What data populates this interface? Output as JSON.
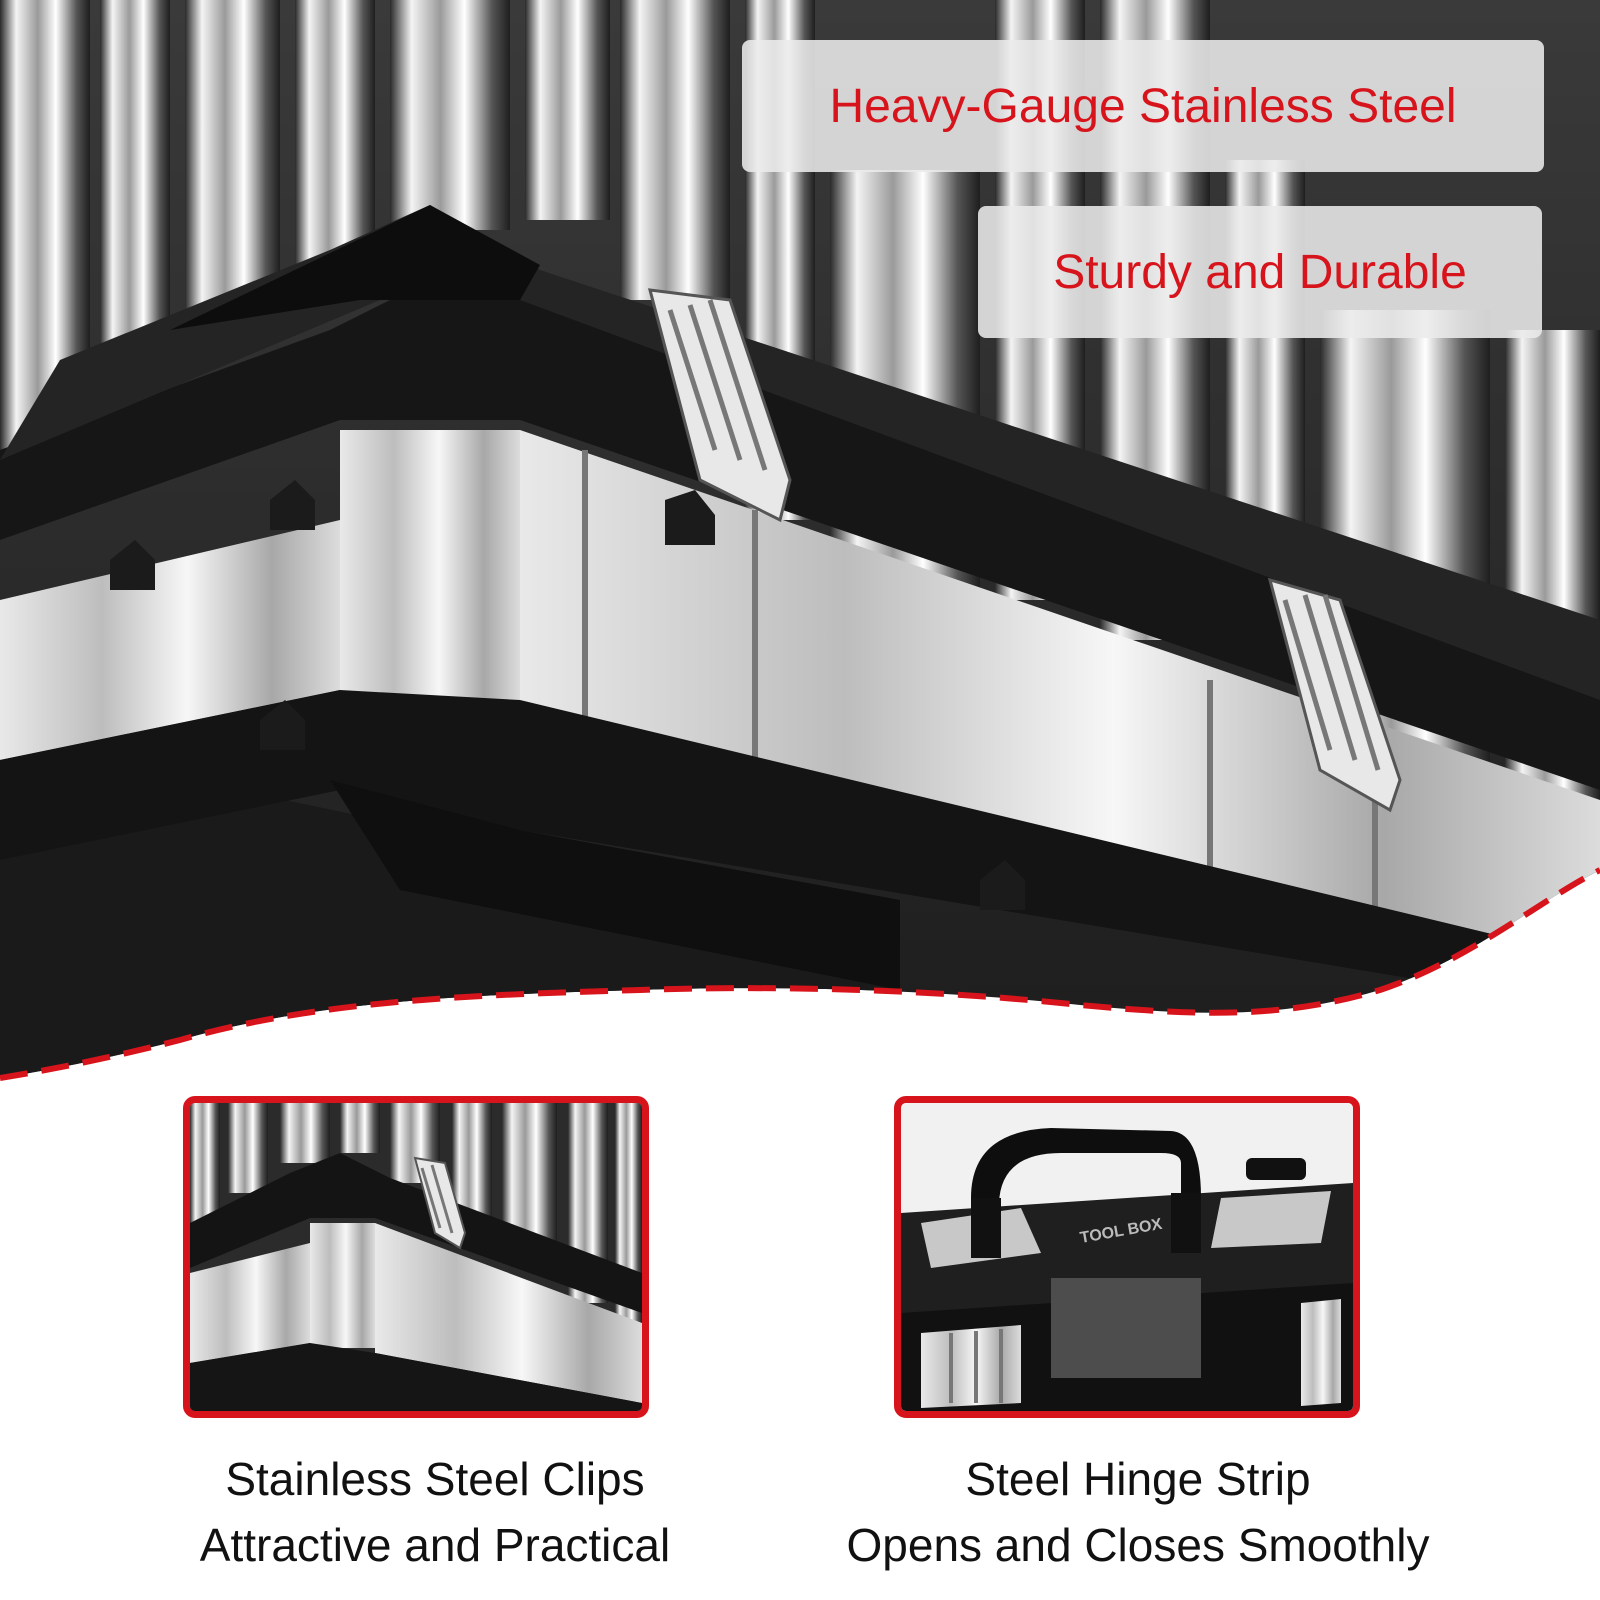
{
  "badges": {
    "top": "Heavy-Gauge Stainless Steel",
    "second": "Sturdy and Durable"
  },
  "features": [
    {
      "line1": "Stainless Steel Clips",
      "line2": "Attractive and Practical"
    },
    {
      "line1": "Steel Hinge Strip",
      "line2": "Opens and Closes Smoothly"
    }
  ],
  "product_label": "TOOL BOX",
  "colors": {
    "accent": "#d7141c",
    "caption_text": "#111111",
    "badge_bg": "#ebebeb"
  }
}
